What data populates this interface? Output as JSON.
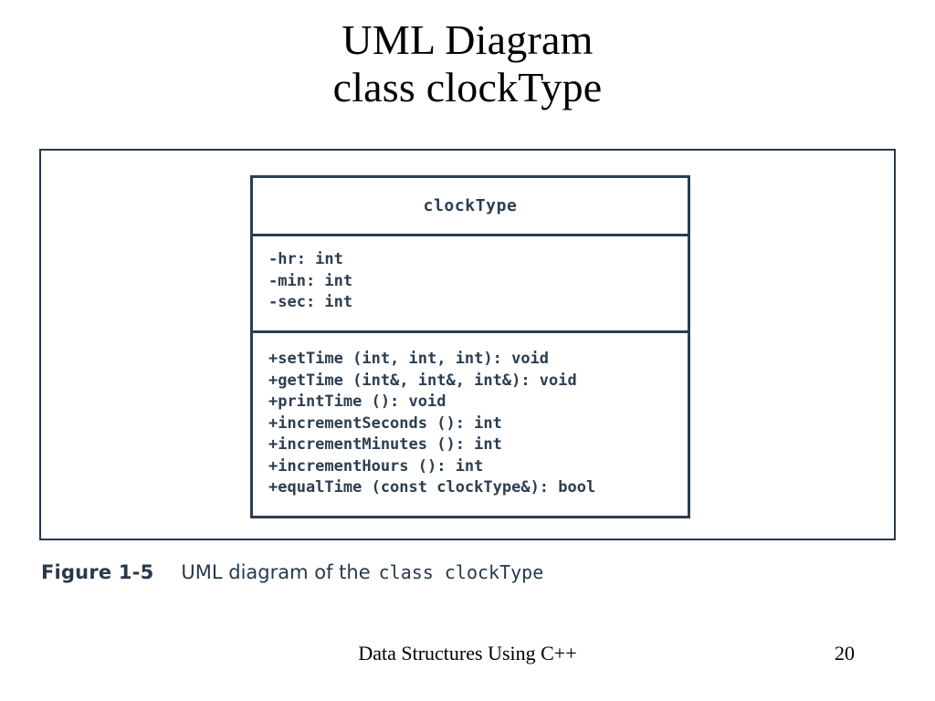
{
  "slide": {
    "title_line1": "UML Diagram",
    "title_line2": "class clockType"
  },
  "diagram": {
    "class_name": "clockType",
    "attributes": [
      "-hr: int",
      "-min: int",
      "-sec: int"
    ],
    "methods": [
      "+setTime (int, int, int): void",
      "+getTime (int&, int&, int&): void",
      "+printTime (): void",
      "+incrementSeconds (): int",
      "+incrementMinutes (): int",
      "+incrementHours (): int",
      "+equalTime (const clockType&): bool"
    ],
    "border_color": "#2c3e50",
    "text_color": "#2c3e50"
  },
  "caption": {
    "label": "Figure 1-5",
    "text": "UML diagram of the",
    "mono": "class clockType"
  },
  "footer": {
    "title": "Data Structures Using C++",
    "page_number": "20"
  }
}
